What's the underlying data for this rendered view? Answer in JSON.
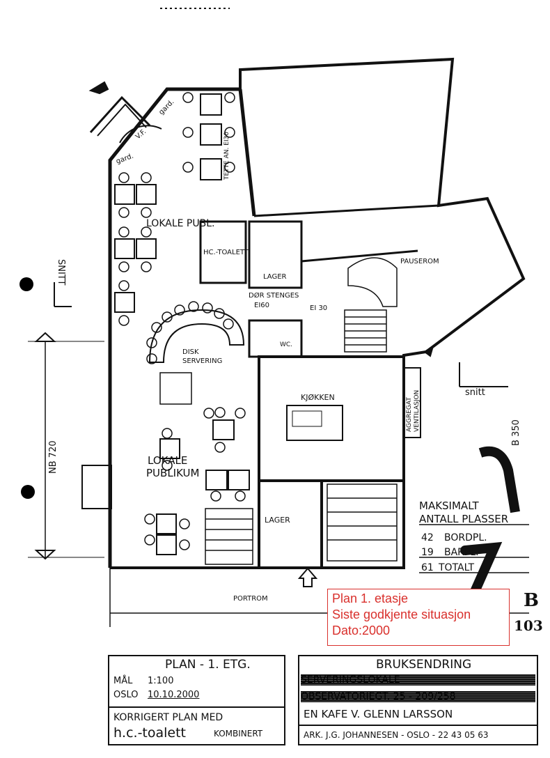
{
  "plan_labels": {
    "gard_1": "gard.",
    "gard_2": "gard.",
    "vf": "V.F.",
    "tette": "TETTE AN. EI30",
    "lokale_publ": "LOKALE PUBL.",
    "hc_toalett": "HC.-TOALETT",
    "lager_upper": "LAGER",
    "dor_stenges": "DØR STENGES",
    "ei60": "EI60",
    "ei30": "EI 30",
    "wc": "WC.",
    "disk": "DISK",
    "servering": "SERVERING",
    "kjokken": "KJØKKEN",
    "pauserom": "PAUSEROM",
    "aggregat": "AGGREGAT",
    "ventilasjon": "VENTILASJON",
    "snitt_right": "snitt",
    "snitt_left": "SNITT",
    "nb720": "NB 720",
    "b350": "B 350",
    "lokale_publikum_1": "LOKALE",
    "lokale_publikum_2": "PUBLIKUM",
    "lager_lower": "LAGER",
    "portrom": "PORTROM",
    "sheet_b": "B",
    "sheet_num": "103"
  },
  "capacity": {
    "title_1": "MAKSIMALT",
    "title_2": "ANTALL PLASSER",
    "rows": [
      {
        "count": "42",
        "label": "BORDPL."
      },
      {
        "count": "19",
        "label": "BARPL."
      },
      {
        "count": "61",
        "label": "TOTALT"
      }
    ],
    "handwritten_mark": "7"
  },
  "annotation": {
    "line1": "Plan 1. etasje",
    "line2": "Siste godkjente situasjon",
    "line3": "Dato:2000",
    "color": "#d9302c"
  },
  "title_block_left": {
    "title": "PLAN - 1. ETG.",
    "scale_label": "MÅL",
    "scale": "1:100",
    "place": "OSLO",
    "date": "10.10.2000",
    "note_1": "KORRIGERT PLAN MED",
    "note_2a": "h.c.-toalett",
    "note_2b": "KOMBINERT"
  },
  "title_block_right": {
    "title": "BRUKSENDRING",
    "struck_1": "SERVERINGSLOKALE",
    "struck_2": "OBSERVATORIEGT. 25 - 209/258",
    "project": "EN KAFE V. GLENN LARSSON",
    "architect": "ARK. J.G. JOHANNESEN - OSLO - 22 43 05 63"
  }
}
